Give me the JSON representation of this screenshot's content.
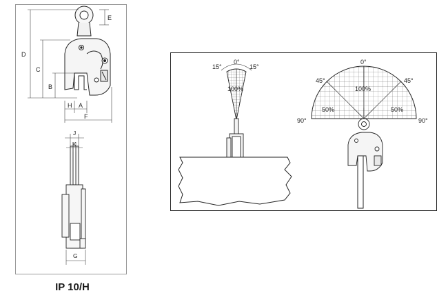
{
  "product": {
    "model": "IP 10/H"
  },
  "side_view": {
    "dimensions": [
      "D",
      "E",
      "C",
      "B",
      "H",
      "A",
      "F"
    ]
  },
  "front_view": {
    "dimensions": [
      "J",
      "K",
      "G"
    ]
  },
  "angle_diagram_narrow": {
    "angles": {
      "left": "15°",
      "center": "0°",
      "right": "15°"
    },
    "capacity": "100%"
  },
  "angle_diagram_wide": {
    "angles": {
      "top": "0°",
      "upper_left": "45°",
      "upper_right": "45°",
      "left": "90°",
      "right": "90°"
    },
    "capacities": {
      "center": "100%",
      "left": "50%",
      "right": "50%"
    }
  }
}
